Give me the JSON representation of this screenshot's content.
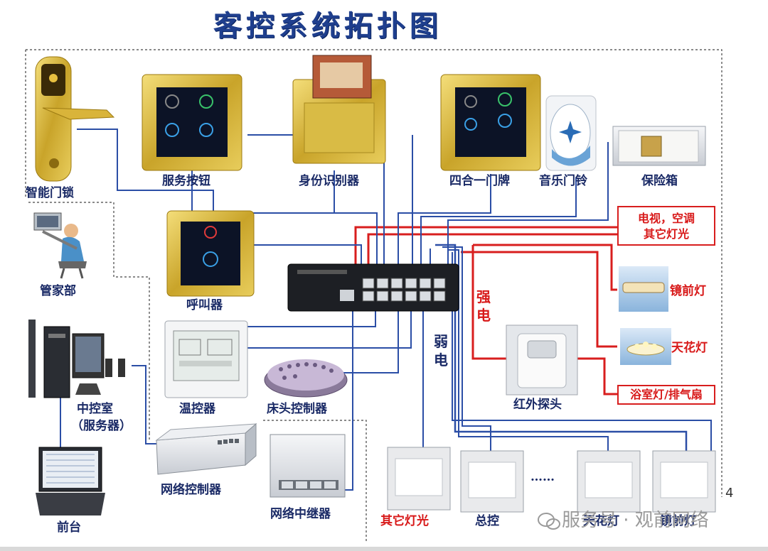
{
  "title": "客控系统拓扑图",
  "labels": {
    "smart_lock": "智能门锁",
    "service_button": "服务按钮",
    "identity_reader": "身份识别器",
    "four_in_one_plate": "四合一门牌",
    "music_doorbell": "音乐门铃",
    "safe_box": "保险箱",
    "butler": "管家部",
    "pager": "呼叫器",
    "central_control": "中控室",
    "server": "（服务器）",
    "thermostat": "温控器",
    "bedside_controller": "床头控制器",
    "front_desk": "前台",
    "network_controller": "网络控制器",
    "network_repeater": "网络中继器",
    "infrared_probe": "红外探头",
    "mirror_light": "镜前灯",
    "ceiling_light": "天花灯",
    "other_lights_bottom": "其它灯光",
    "master_switch": "总控",
    "ceiling_light_bottom": "天花灯",
    "mirror_light_bottom": "镜前灯",
    "dots": "……"
  },
  "boxes": {
    "tv_ac_line1": "电视，空调",
    "tv_ac_line2": "其它灯光",
    "bath_fan": "浴室灯/排气扇"
  },
  "vertical": {
    "strong_power": "强电",
    "weak_power": "弱电"
  },
  "page_number": "4",
  "watermark": "服务号 · 观前网络",
  "colors": {
    "title": "#1f3f8e",
    "label": "#1a2a66",
    "strong_line": "#d81e1e",
    "weak_line": "#2b4ea6",
    "gold": "#c9a42a",
    "panel": "#0c1326"
  }
}
